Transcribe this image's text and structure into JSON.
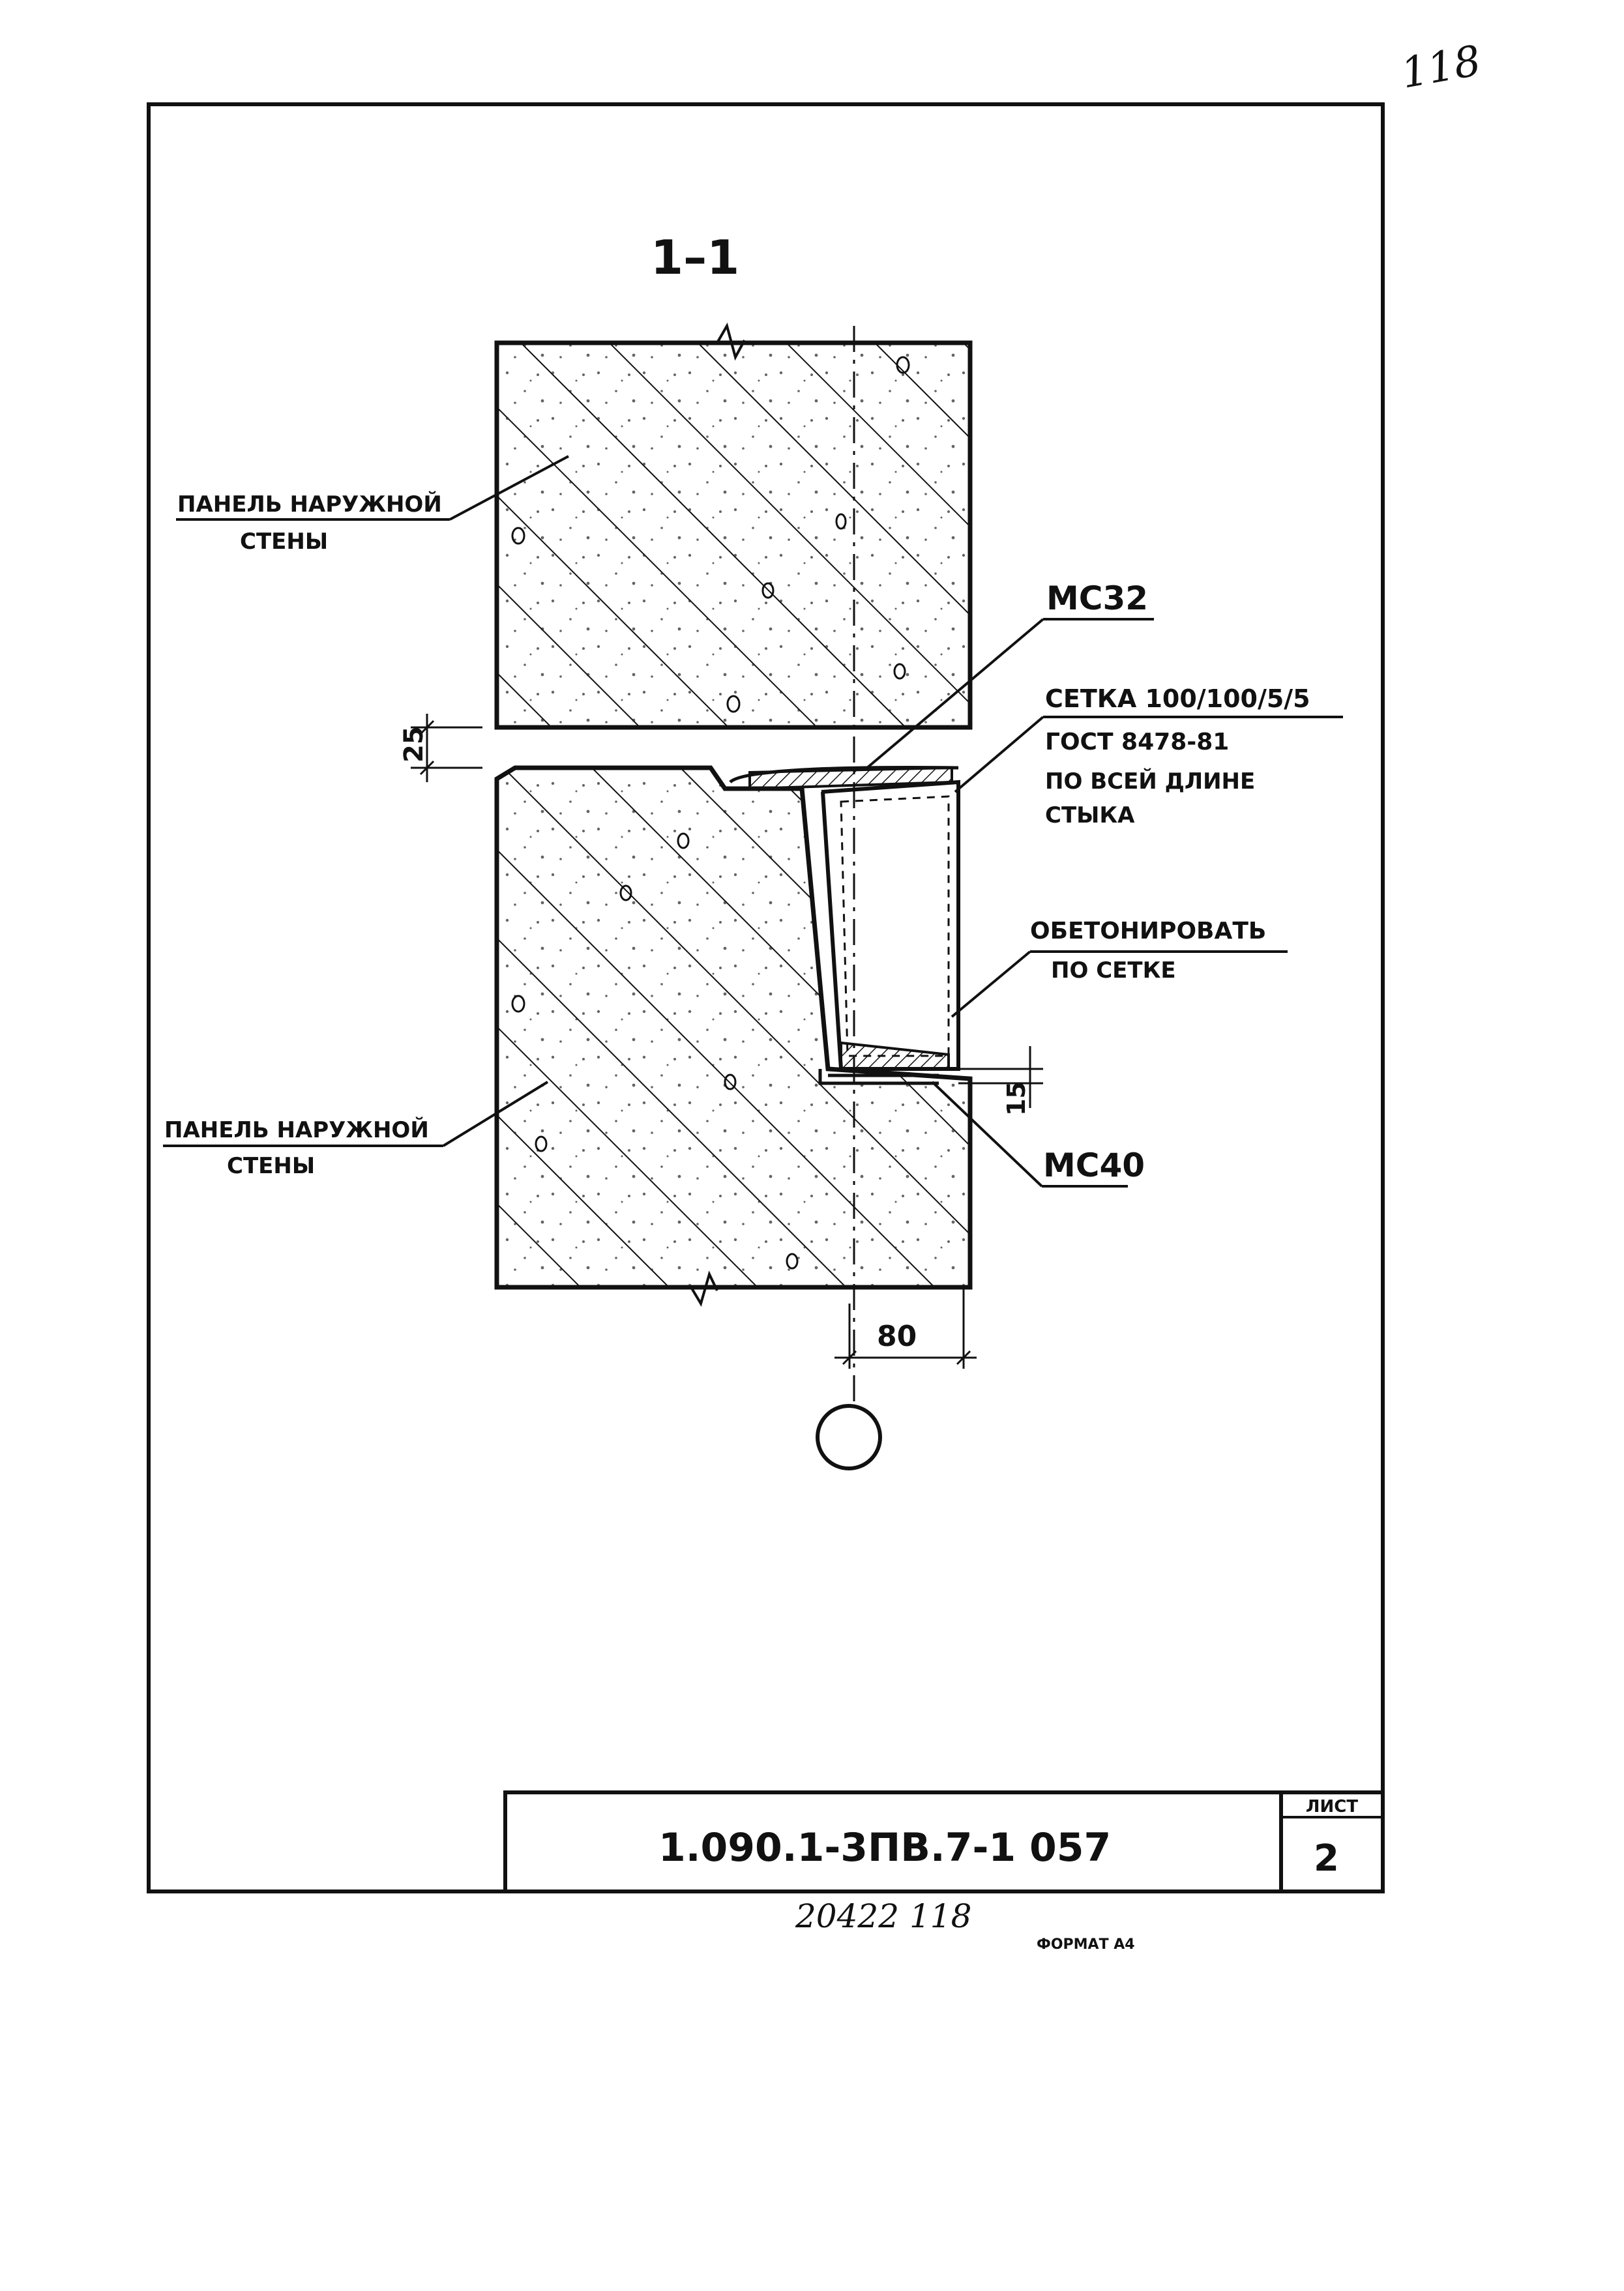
{
  "sheet": {
    "handwritten_page_number": "118",
    "section_title": "1–1",
    "labels": {
      "panel_upper": [
        "ПАНЕЛЬ НАРУЖНОЙ",
        "СТЕНЫ"
      ],
      "panel_lower": [
        "ПАНЕЛЬ НАРУЖНОЙ",
        "СТЕНЫ"
      ],
      "anchor_top": "МС32",
      "mesh": [
        "СЕТКА 100/100/5/5",
        "ГОСТ 8478-81",
        "ПО ВСЕЙ ДЛИНЕ",
        "СТЫКА"
      ],
      "concrete": [
        "ОБЕТОНИРОВАТЬ",
        "ПО  СЕТКЕ"
      ],
      "anchor_bottom": "МС40"
    },
    "dimensions": {
      "gap": "25",
      "plate_offset": "15",
      "depth": "80"
    },
    "axis_marker": ""
  },
  "title_block": {
    "code": "1.090.1-3ПВ.7-1   057",
    "sheet_label": "ЛИСТ",
    "sheet_number": "2"
  },
  "footer": {
    "archive_number": "20422   118",
    "format": "ФОРМАТ А4"
  }
}
